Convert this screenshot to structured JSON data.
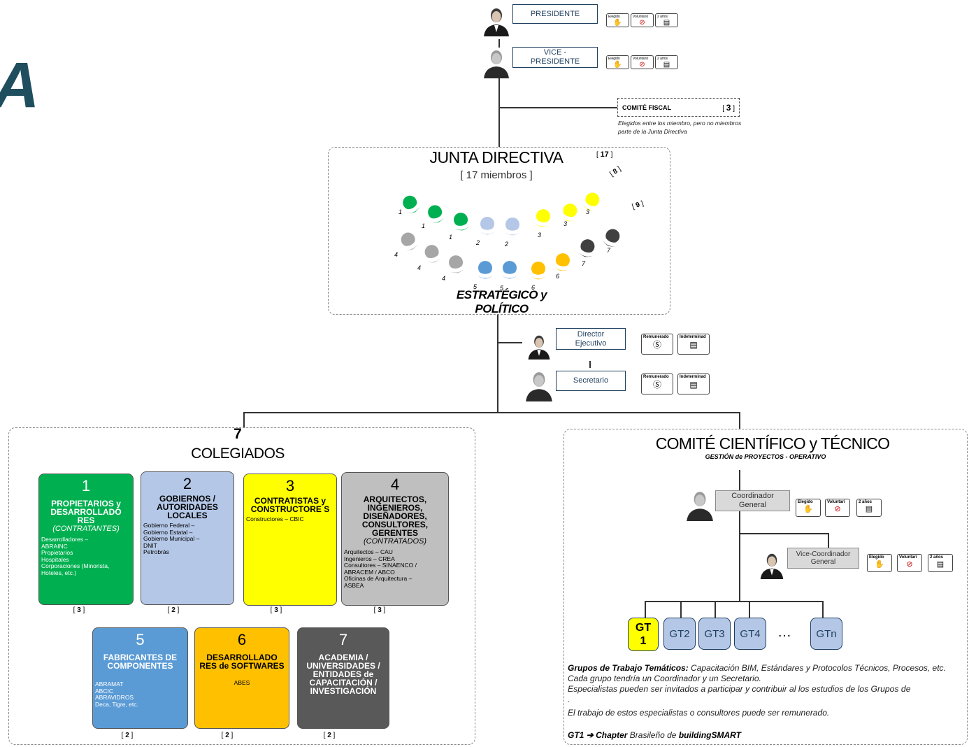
{
  "left_letter": "A",
  "president": {
    "label": "PRESIDENTE",
    "badges": [
      "Elegido",
      "Voluntario",
      "2 años"
    ]
  },
  "vice_president": {
    "label": "VICE -\nPRESIDENTE",
    "badges": [
      "Elegido",
      "Voluntario",
      "2 años"
    ]
  },
  "comite_fiscal": {
    "label": "COMITÉ FISCAL",
    "count_open": "[",
    "count": "3",
    "count_close": "]",
    "note": "Elegidos entre los miembro, pero no miembros parte de la Junta Directiva"
  },
  "junta": {
    "title": "JUNTA DIRECTIVA",
    "members": "[ 17 miembros ]",
    "count_total": "17",
    "count_a": "8",
    "count_b": "9",
    "caption": "ESTRATÉGICO y POLÍTICO",
    "seats": [
      {
        "n": "1",
        "color": "#00b050"
      },
      {
        "n": "1",
        "color": "#00b050"
      },
      {
        "n": "1",
        "color": "#00b050"
      },
      {
        "n": "2",
        "color": "#b4c7e7"
      },
      {
        "n": "2",
        "color": "#b4c7e7"
      },
      {
        "n": "3",
        "color": "#ffff00"
      },
      {
        "n": "3",
        "color": "#ffff00"
      },
      {
        "n": "3",
        "color": "#ffff00"
      },
      {
        "n": "4",
        "color": "#a6a6a6"
      },
      {
        "n": "4",
        "color": "#a6a6a6"
      },
      {
        "n": "4",
        "color": "#a6a6a6"
      },
      {
        "n": "5",
        "color": "#5b9bd5"
      },
      {
        "n": "5",
        "color": "#5b9bd5"
      },
      {
        "n": "6",
        "color": "#ffc000"
      },
      {
        "n": "6",
        "color": "#ffc000"
      },
      {
        "n": "7",
        "color": "#404040"
      },
      {
        "n": "7",
        "color": "#404040"
      }
    ]
  },
  "director": {
    "label": "Director\nEjecutivo",
    "badges": [
      "Remunerado",
      "Indeterminad"
    ]
  },
  "secretario": {
    "label": "Secretario",
    "badges": [
      "Remunerado",
      "Indeterminad"
    ]
  },
  "colegiados": {
    "count": "7",
    "title": "COLEGIADOS",
    "groups": [
      {
        "num": "1",
        "title": "PROPIETARIOS y DESARROLLADO RES",
        "sub": "(CONTRATANTES)",
        "members": "Desarrolladores  –\nABRAINC\nPropietarios\nHospitales\nCorporaciones (Minorista,\nHoteles, etc.)",
        "count": "3",
        "bg": "#00b050",
        "fg": "#ffffff"
      },
      {
        "num": "2",
        "title": "GOBIERNOS / AUTORIDADES LOCALES",
        "sub": "",
        "members": "Gobierno Federal –\nGobierno Estatal  –\nGobierno Municipal –\nDNIT\nPetrobrás",
        "count": "2",
        "bg": "#b4c7e7",
        "fg": "#000000"
      },
      {
        "num": "3",
        "title": "CONTRATISTAS y CONSTRUCTORE S",
        "sub": "",
        "members": "Constructores – CBIC",
        "count": "3",
        "bg": "#ffff00",
        "fg": "#000000"
      },
      {
        "num": "4",
        "title": "ARQUITECTOS, INGENIEROS, DISEÑADORES, CONSULTORES, GERENTES",
        "sub": "(CONTRATADOS)",
        "members": "Arquitectos – CAU\nIngenieros – CREA\nConsultores –  SINAENCO /\nABRACEM / ABCO\nOficinas de Arquitectura –\nASBEA",
        "count": "3",
        "bg": "#bfbfbf",
        "fg": "#000000"
      },
      {
        "num": "5",
        "title": "FABRICANTES DE COMPONENTES",
        "sub": "",
        "members": "ABRAMAT\nABCIC\nABRAVIDROS\nDeca, Tigre, etc.",
        "count": "2",
        "bg": "#5b9bd5",
        "fg": "#ffffff"
      },
      {
        "num": "6",
        "title": "DESARROLLADO RES de SOFTWARES",
        "sub": "",
        "members": "ABES",
        "count": "2",
        "bg": "#ffc000",
        "fg": "#000000"
      },
      {
        "num": "7",
        "title": "ACADEMIA / UNIVERSIDADES / ENTIDADES de CAPACITACIÓN / INVESTIGACIÓN",
        "sub": "",
        "members": "",
        "count": "2",
        "bg": "#595959",
        "fg": "#ffffff"
      }
    ]
  },
  "comite": {
    "title": "COMITÉ CIENTÍFICO y TÉCNICO",
    "subtitle": "GESTIÓN de PROYECTOS - OPERATIVO",
    "coordinador": {
      "label": "Coordinador\nGeneral",
      "badges": [
        "Elegido",
        "Voluntari",
        "2 años"
      ]
    },
    "vice_coordinador": {
      "label": "Vice-Coordinador\nGeneral",
      "badges": [
        "Elegido",
        "Voluntari",
        "2 años"
      ]
    },
    "groups": [
      "GT\n1",
      "GT2",
      "GT3",
      "GT4",
      "…",
      "GTn"
    ],
    "notes": {
      "lead": "Grupos de Trabajo Temáticos:",
      "lead_text": " Capacitación BIM, Estándares y Protocolos Técnicos, Procesos, etc.",
      "line2": "Cada grupo tendría un Coordinador y un Secretario.",
      "line3": "Especialistas pueden ser invitados a participar y contribuir al los estudios de los Grupos de",
      "line4": ".",
      "line5": "El trabajo de estos especialistas o consultores puede ser remunerado.",
      "gt1_a": "GT1",
      "gt1_arrow": "➔",
      "gt1_b": " Chapter",
      "gt1_c": " Brasileño de ",
      "gt1_d": "buildingSMART"
    }
  }
}
